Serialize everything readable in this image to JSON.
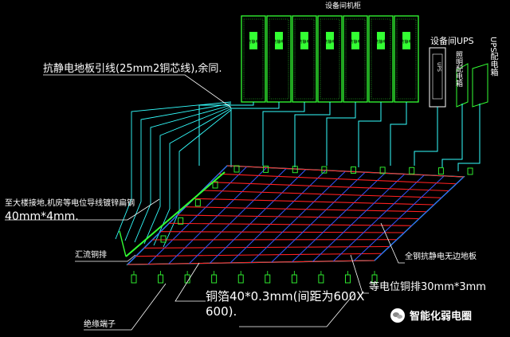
{
  "labels": {
    "rack_title": "设备间机柜",
    "ups_top": "设备间UPS",
    "ups_right": "UPS配电箱",
    "ups_vertical": "UPS",
    "lighting_box": "照明配电箱",
    "ground_lead": "抗静电地板引线(25mm2铜芯线),余同.",
    "riser_line1": "至大楼接地,机房等电位导线镀锌扁钢",
    "riser_line2": "40mm*4mm.",
    "bus_bar": "汇流铜排",
    "floor": "全钢抗静电无边地板",
    "bond_strap": "等电位铜排30mm*3mm",
    "copper_mesh_line1": "铜箔40*0.3mm(间距为600X",
    "copper_mesh_line2": "600).",
    "insulator": "绝缘端子",
    "rack_tag": "防静电"
  },
  "watermark": "智能化弱电圈",
  "colors": {
    "rack": "#33ff33",
    "wire": "#33ffff",
    "grid_red": "#ff2020",
    "grid_blue": "#3355ff",
    "text": "#ffffff",
    "leader": "#ffffff"
  }
}
